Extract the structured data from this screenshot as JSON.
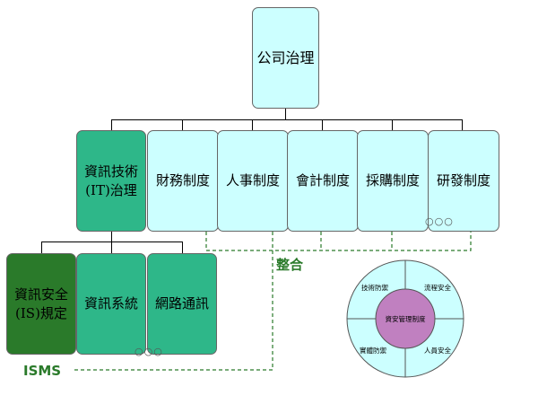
{
  "root": "公司治理",
  "departments": [
    "資訊技術\n(IT)治理",
    "財務制度",
    "人事制度",
    "會計制度",
    "採購制度",
    "研發制度"
  ],
  "it_children": [
    "資訊安全\n(IS)規定",
    "資訊系統",
    "網路通訊"
  ],
  "integration_label": "整合",
  "isms_label": "ISMS",
  "more_dots": "○○○",
  "circle": {
    "center": "資安管理制度",
    "quadrants": [
      "技術防禦",
      "流程安全",
      "實體防禦",
      "人員安全"
    ]
  },
  "colors": {
    "light": "#ccffff",
    "medium": "#2eb789",
    "dark": "#2a7a2a",
    "center": "#c080c0"
  }
}
